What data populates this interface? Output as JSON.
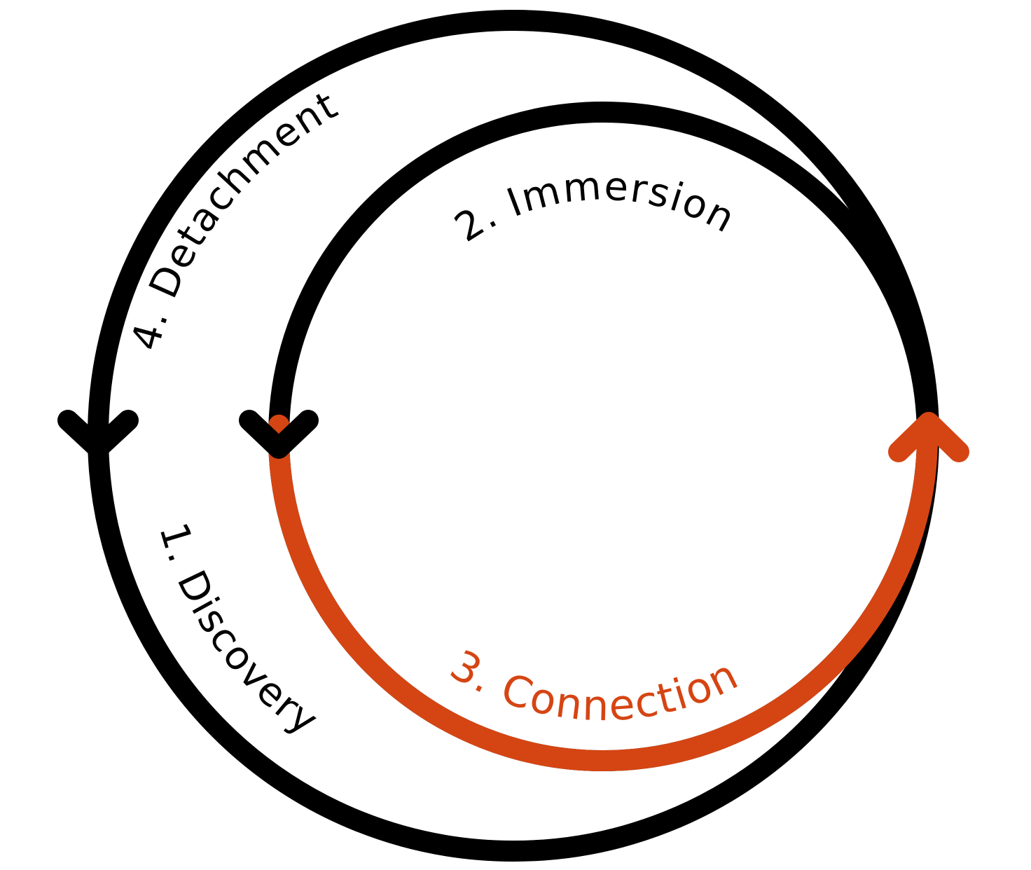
{
  "colors": {
    "cycle": "#000000",
    "highlight": "#d54513",
    "background": "#ffffff"
  },
  "stages": [
    {
      "label": "1. Discovery",
      "highlighted": false
    },
    {
      "label": "2. Immersion",
      "highlighted": false
    },
    {
      "label": "3. Connection",
      "highlighted": true
    },
    {
      "label": "4. Detachment",
      "highlighted": false
    }
  ]
}
